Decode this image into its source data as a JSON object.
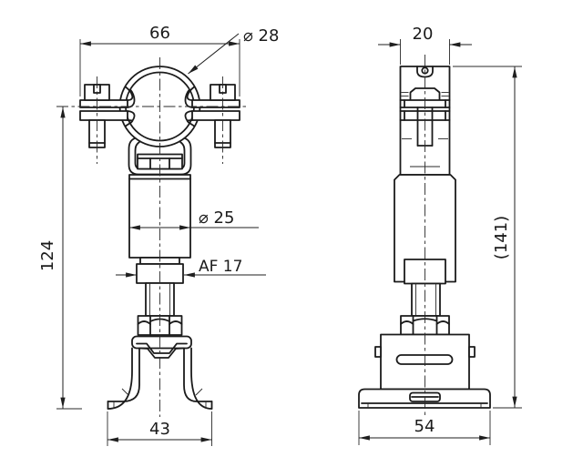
{
  "drawing": {
    "type": "technical-drawing",
    "subject": "pipe-clamp-stand-two-views",
    "dimensions": {
      "clamp_width": "66",
      "pipe_diameter": "⌀ 28",
      "body_diameter": "⌀ 25",
      "wrench_flats": "AF 17",
      "front_height": "124",
      "foot_width": "43",
      "strap_width": "20",
      "overall_height": "(141)",
      "base_width": "54"
    },
    "colors": {
      "line": "#1b1b1b",
      "background": "#ffffff"
    }
  }
}
